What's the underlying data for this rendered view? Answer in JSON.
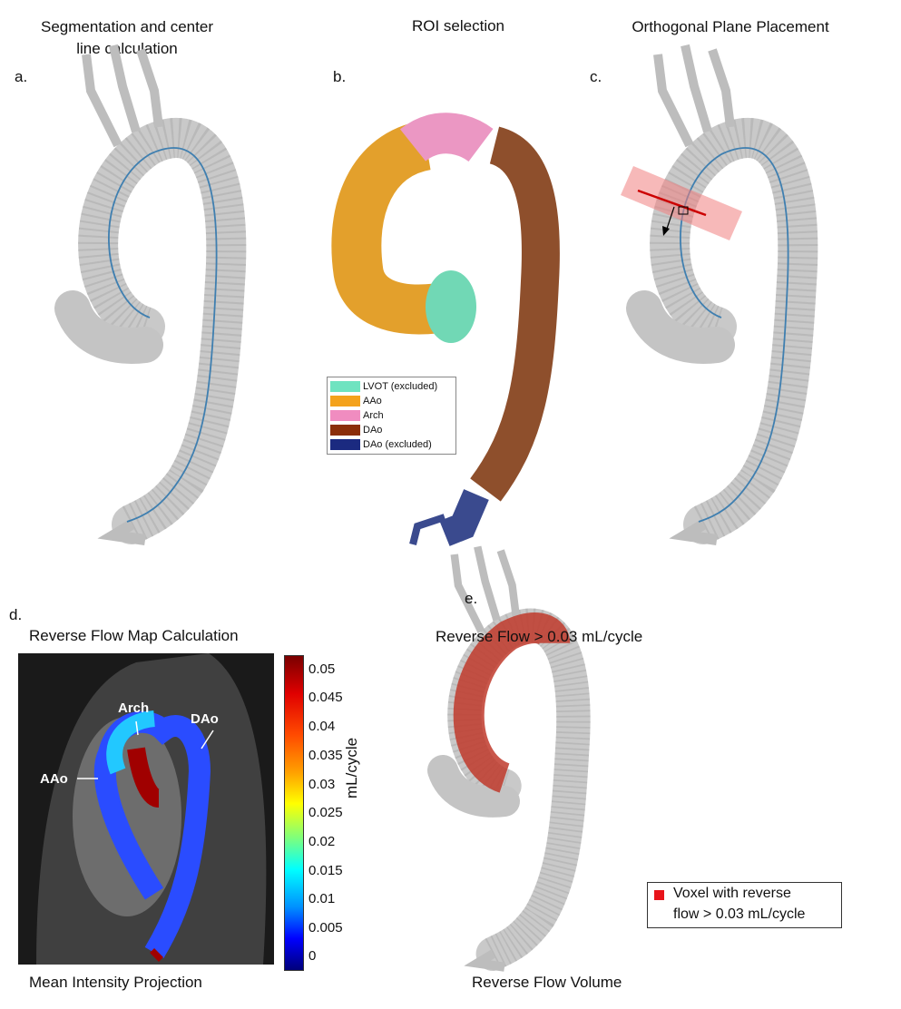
{
  "panels": {
    "a": {
      "letter": "a.",
      "title_line1": "Segmentation and center",
      "title_line2": "line calculation"
    },
    "b": {
      "letter": "b.",
      "title": "ROI selection",
      "legend": [
        {
          "label": "LVOT (excluded)",
          "color": "#6fe3c0"
        },
        {
          "label": "AAo",
          "color": "#f4a21c"
        },
        {
          "label": "Arch",
          "color": "#f08cc0"
        },
        {
          "label": "DAo",
          "color": "#8b2e0a"
        },
        {
          "label": "DAo (excluded)",
          "color": "#1b2a80"
        }
      ]
    },
    "c": {
      "letter": "c.",
      "title": "Orthogonal Plane Placement"
    },
    "d": {
      "letter": "d.",
      "title": "Reverse Flow Map Calculation",
      "caption": "Mean Intensity Projection",
      "annotations": {
        "arch": "Arch",
        "aao": "AAo",
        "dao": "DAo"
      },
      "colorbar": {
        "unit": "mL/cycle",
        "ticks": [
          "0.05",
          "0.045",
          "0.04",
          "0.035",
          "0.03",
          "0.025",
          "0.02",
          "0.015",
          "0.01",
          "0.005",
          "0"
        ],
        "range": [
          0,
          0.052
        ]
      }
    },
    "e": {
      "letter": "e.",
      "title": "Reverse Flow > 0.03 mL/cycle",
      "caption": "Reverse Flow Volume",
      "legend_line1": "Voxel with reverse",
      "legend_line2": "flow > 0.03 mL/cycle",
      "legend_color": "#e8141a"
    }
  }
}
